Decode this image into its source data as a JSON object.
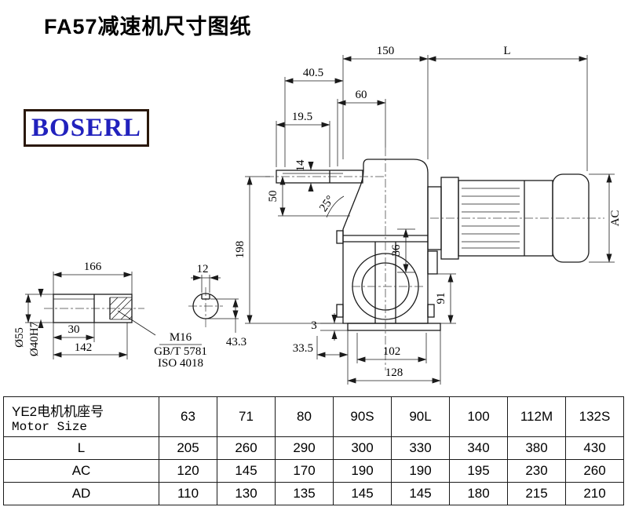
{
  "page": {
    "title": "FA57减速机尺寸图纸",
    "logo_text": "BOSERL"
  },
  "colors": {
    "logo_text_blue": "#2121bd",
    "logo_border_brown": "#2a180a",
    "line_color": "#1a1a1a"
  },
  "drawing": {
    "dims": {
      "d150": "150",
      "dL": "L",
      "d40_5": "40.5",
      "d60": "60",
      "d19_5": "19.5",
      "d14": "14",
      "d50": "50",
      "a25": "25°",
      "d198": "198",
      "d36": "36",
      "dAC": "AC",
      "d91": "91",
      "d3": "3",
      "d33_5": "33.5",
      "d102": "102",
      "d128": "128"
    },
    "shaft": {
      "d166": "166",
      "d30": "30",
      "d142": "142",
      "dia55": "Ø55",
      "dia40": "Ø40H7",
      "m16": "M16",
      "gb": "GB/T 5781",
      "iso": "ISO 4018",
      "d12": "12",
      "d43_3": "43.3"
    }
  },
  "table": {
    "header": {
      "line1": "YE2电机机座号",
      "line2": "Motor Size"
    },
    "frame_sizes": [
      "63",
      "71",
      "80",
      "90S",
      "90L",
      "100",
      "112M",
      "132S"
    ],
    "rows": [
      {
        "label": "L",
        "values": [
          "205",
          "260",
          "290",
          "300",
          "330",
          "340",
          "380",
          "430"
        ]
      },
      {
        "label": "AC",
        "values": [
          "120",
          "145",
          "170",
          "190",
          "190",
          "195",
          "230",
          "260"
        ]
      },
      {
        "label": "AD",
        "values": [
          "110",
          "130",
          "135",
          "145",
          "145",
          "180",
          "215",
          "210"
        ]
      }
    ]
  }
}
